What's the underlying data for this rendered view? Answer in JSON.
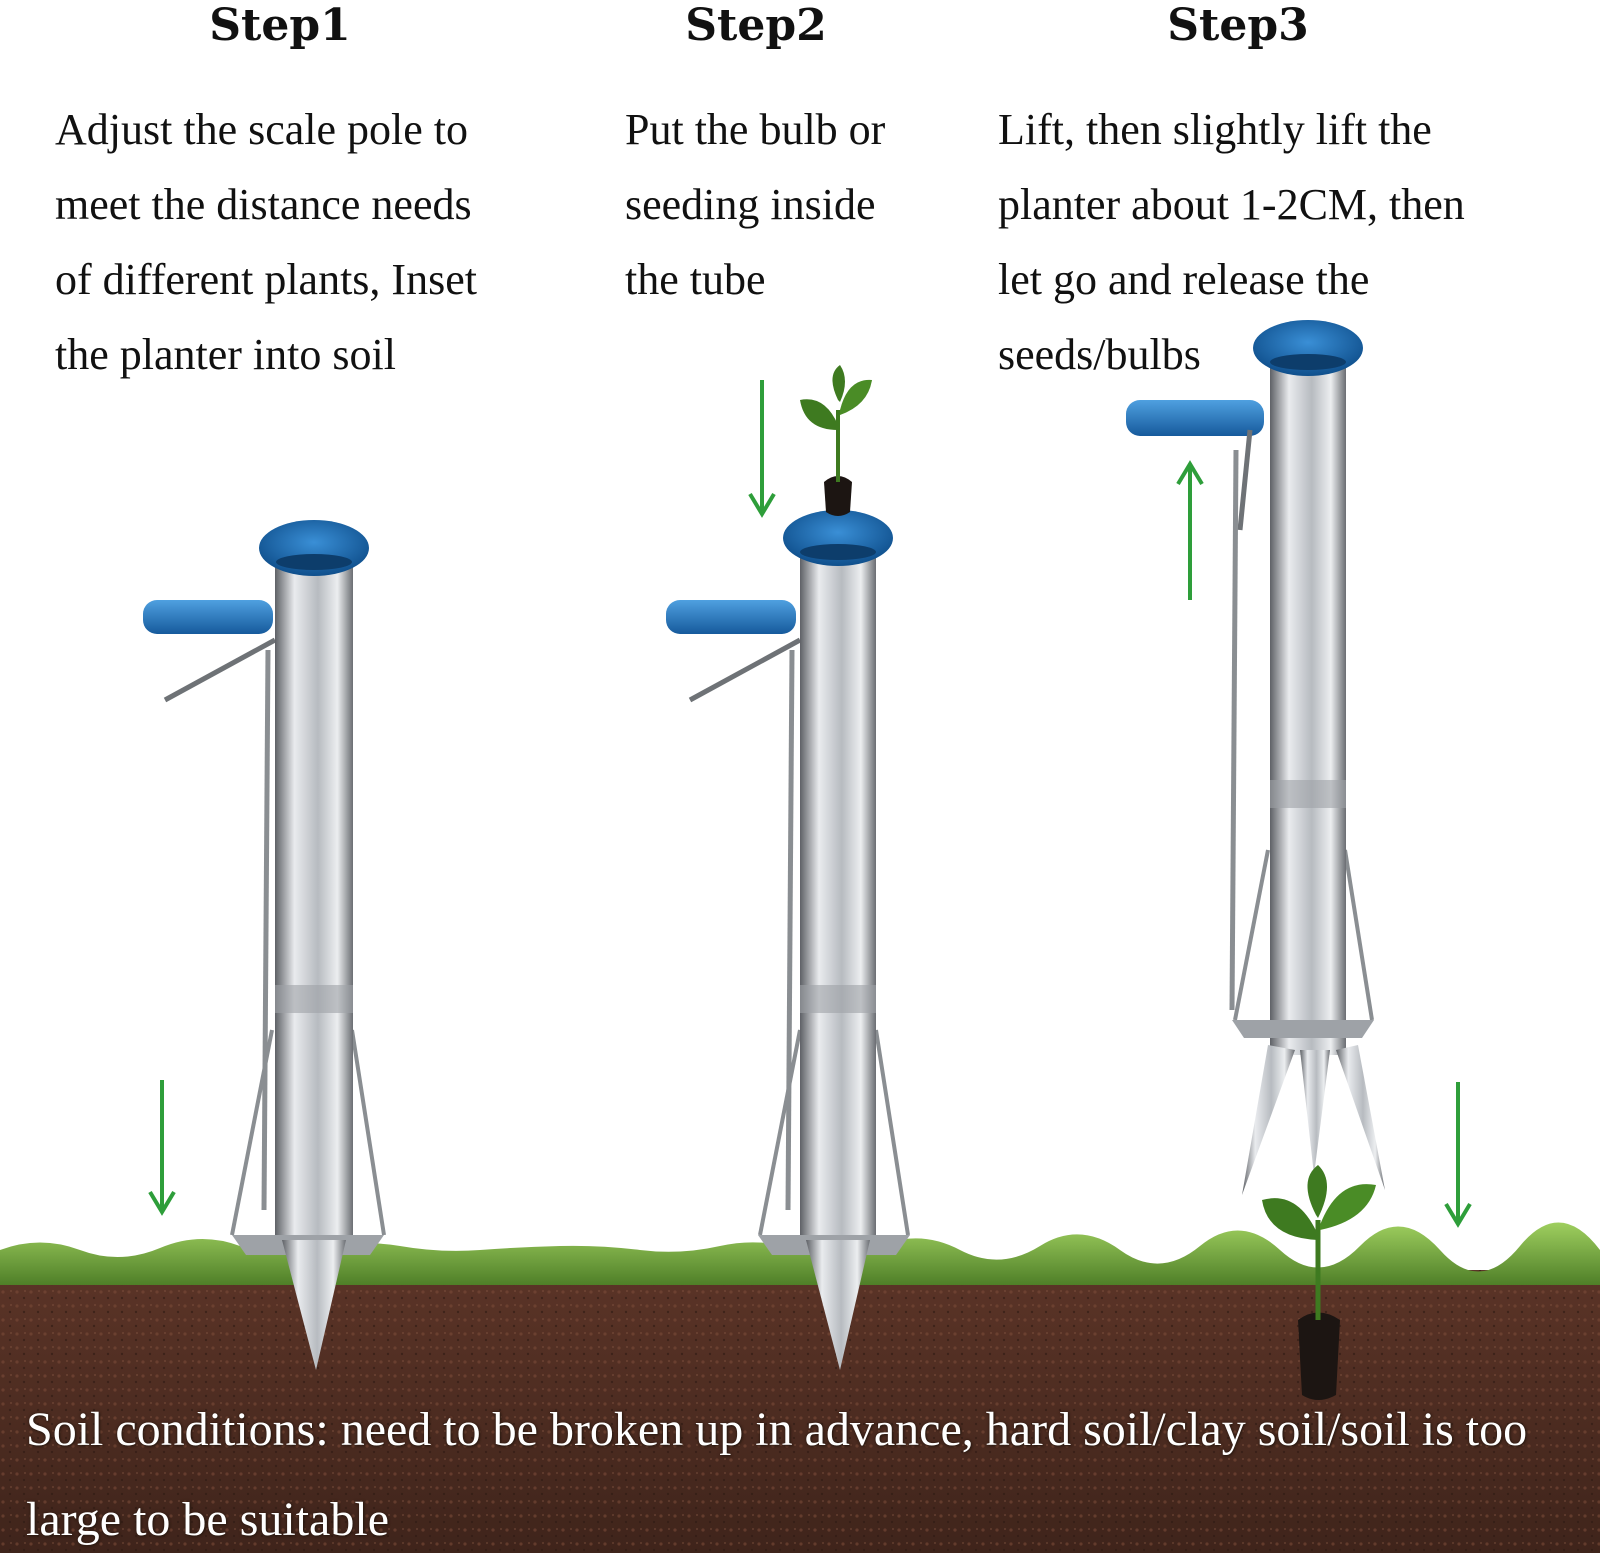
{
  "steps": [
    {
      "title": "Step1",
      "description": "Adjust the scale pole to\nmeet the distance needs\nof different plants, Inset\nthe planter into soil"
    },
    {
      "title": "Step2",
      "description": "Put the bulb or\nseeding inside\nthe tube"
    },
    {
      "title": "Step3",
      "description": "Lift, then slightly lift the\nplanter about 1-2CM, then\nlet go and release the\nseeds/bulbs"
    }
  ],
  "soil_note": "Soil conditions: need to be broken up in advance, hard soil/clay soil/soil is too large to be suitable",
  "colors": {
    "arrow": "#2e9e3a",
    "cap": "#1c6fb5",
    "soil": "#4a2a20",
    "grass": "#6fa33a",
    "metal": "#c9ccd0"
  },
  "icons": [
    "down-arrow-icon",
    "up-arrow-icon",
    "seedling-icon",
    "bulb-planter-icon"
  ]
}
